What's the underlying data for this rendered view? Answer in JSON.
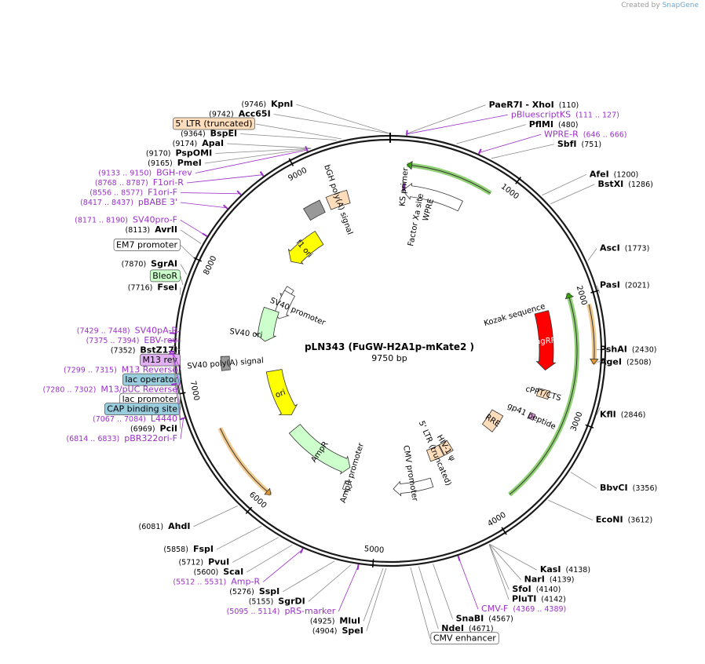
{
  "watermark": {
    "created_by": "Created by",
    "brand": "SnapGene"
  },
  "plasmid": {
    "name": "pLN343 (FuGW-H2A1p-mKate2 )",
    "size_label": "9750 bp",
    "length": 9750
  },
  "colors": {
    "backbone": "#1a1a1a",
    "enzyme": "#000000",
    "primer": "#9b30c9",
    "leader": "#888888",
    "green_arrow": "#33aa00",
    "orange_arrow": "#e69a2e",
    "red_feature": "#ff0000",
    "yellow_feature": "#ffff00",
    "light_green": "#ccffcc",
    "peach": "#ffddbb",
    "gray": "#999999"
  },
  "ticks": [
    {
      "pos": 1000,
      "label": "1000"
    },
    {
      "pos": 2000,
      "label": "2000"
    },
    {
      "pos": 3000,
      "label": "3000"
    },
    {
      "pos": 4000,
      "label": "4000"
    },
    {
      "pos": 5000,
      "label": "5000"
    },
    {
      "pos": 6000,
      "label": "6000"
    },
    {
      "pos": 7000,
      "label": "7000"
    },
    {
      "pos": 8000,
      "label": "8000"
    },
    {
      "pos": 9000,
      "label": "9000"
    }
  ],
  "sites": [
    {
      "pos": 9746,
      "name": "KpnI",
      "coord": "(9746)",
      "kind": "enzyme"
    },
    {
      "pos": 110,
      "name": "PaeR7I - XhoI",
      "coord": "(110)",
      "kind": "enzyme"
    },
    {
      "pos": 9742,
      "name": "Acc65I",
      "coord": "(9742)",
      "kind": "enzyme"
    },
    {
      "pos": 119,
      "name": "pBluescriptKS",
      "coord": "(111 .. 127)",
      "kind": "primer"
    },
    {
      "pos": 9364,
      "name": "BspEI",
      "coord": "(9364)",
      "kind": "enzyme"
    },
    {
      "pos": 480,
      "name": "PflMI",
      "coord": "(480)",
      "kind": "enzyme"
    },
    {
      "pos": 9400,
      "name": "5' LTR (truncated)",
      "coord": "",
      "kind": "boxpeach"
    },
    {
      "pos": 656,
      "name": "WPRE-R",
      "coord": "(646 .. 666)",
      "kind": "primer"
    },
    {
      "pos": 9174,
      "name": "ApaI",
      "coord": "(9174)",
      "kind": "enzyme"
    },
    {
      "pos": 751,
      "name": "SbfI",
      "coord": "(751)",
      "kind": "enzyme"
    },
    {
      "pos": 9170,
      "name": "PspOMI",
      "coord": "(9170)",
      "kind": "enzyme"
    },
    {
      "pos": 9165,
      "name": "PmeI",
      "coord": "(9165)",
      "kind": "enzyme"
    },
    {
      "pos": 9141,
      "name": "BGH-rev",
      "coord": "(9133 .. 9150)",
      "kind": "primer"
    },
    {
      "pos": 8777,
      "name": "F1ori-R",
      "coord": "(8768 .. 8787)",
      "kind": "primer"
    },
    {
      "pos": 1200,
      "name": "AfeI",
      "coord": "(1200)",
      "kind": "enzyme"
    },
    {
      "pos": 8566,
      "name": "F1ori-F",
      "coord": "(8556 .. 8577)",
      "kind": "primer"
    },
    {
      "pos": 1286,
      "name": "BstXI",
      "coord": "(1286)",
      "kind": "enzyme"
    },
    {
      "pos": 8427,
      "name": "pBABE 3'",
      "coord": "(8417 .. 8437)",
      "kind": "primer"
    },
    {
      "pos": 8180,
      "name": "SV40pro-F",
      "coord": "(8171 .. 8190)",
      "kind": "primer"
    },
    {
      "pos": 8113,
      "name": "AvrII",
      "coord": "(8113)",
      "kind": "enzyme"
    },
    {
      "pos": 8000,
      "name": "EM7 promoter",
      "coord": "",
      "kind": "boxwhite"
    },
    {
      "pos": 1773,
      "name": "AscI",
      "coord": "(1773)",
      "kind": "enzyme"
    },
    {
      "pos": 7870,
      "name": "SgrAI",
      "coord": "(7870)",
      "kind": "enzyme"
    },
    {
      "pos": 7790,
      "name": "BleoR",
      "coord": "",
      "kind": "boxgreen"
    },
    {
      "pos": 2021,
      "name": "PasI",
      "coord": "(2021)",
      "kind": "enzyme"
    },
    {
      "pos": 7716,
      "name": "FseI",
      "coord": "(7716)",
      "kind": "enzyme"
    },
    {
      "pos": 7438,
      "name": "SV40pA-R",
      "coord": "(7429 .. 7448)",
      "kind": "primer"
    },
    {
      "pos": 7384,
      "name": "EBV-rev",
      "coord": "(7375 .. 7394)",
      "kind": "primer"
    },
    {
      "pos": 7352,
      "name": "BstZ17I",
      "coord": "(7352)",
      "kind": "enzyme"
    },
    {
      "pos": 7330,
      "name": "M13 rev",
      "coord": "",
      "kind": "boxpurple"
    },
    {
      "pos": 2430,
      "name": "PshAI",
      "coord": "(2430)",
      "kind": "enzyme"
    },
    {
      "pos": 7307,
      "name": "M13 Reverse",
      "coord": "(7299 .. 7315)",
      "kind": "primer"
    },
    {
      "pos": 2508,
      "name": "AgeI",
      "coord": "(2508)",
      "kind": "enzyme"
    },
    {
      "pos": 7295,
      "name": "lac operator",
      "coord": "",
      "kind": "boxblue"
    },
    {
      "pos": 7291,
      "name": "M13/pUC Reverse",
      "coord": "(7280 .. 7302)",
      "kind": "primer"
    },
    {
      "pos": 7240,
      "name": "lac promoter",
      "coord": "",
      "kind": "boxwhite"
    },
    {
      "pos": 2846,
      "name": "KflI",
      "coord": "(2846)",
      "kind": "enzyme"
    },
    {
      "pos": 7195,
      "name": "CAP binding site",
      "coord": "",
      "kind": "boxblue"
    },
    {
      "pos": 7075,
      "name": "L4440",
      "coord": "(7067 .. 7084)",
      "kind": "primer"
    },
    {
      "pos": 6969,
      "name": "PciI",
      "coord": "(6969)",
      "kind": "enzyme"
    },
    {
      "pos": 6823,
      "name": "pBR322ori-F",
      "coord": "(6814 .. 6833)",
      "kind": "primer"
    },
    {
      "pos": 3356,
      "name": "BbvCI",
      "coord": "(3356)",
      "kind": "enzyme"
    },
    {
      "pos": 3612,
      "name": "EcoNI",
      "coord": "(3612)",
      "kind": "enzyme"
    },
    {
      "pos": 6081,
      "name": "AhdI",
      "coord": "(6081)",
      "kind": "enzyme"
    },
    {
      "pos": 4138,
      "name": "KasI",
      "coord": "(4138)",
      "kind": "enzyme"
    },
    {
      "pos": 5858,
      "name": "FspI",
      "coord": "(5858)",
      "kind": "enzyme"
    },
    {
      "pos": 4139,
      "name": "NarI",
      "coord": "(4139)",
      "kind": "enzyme"
    },
    {
      "pos": 5712,
      "name": "PvuI",
      "coord": "(5712)",
      "kind": "enzyme"
    },
    {
      "pos": 4140,
      "name": "SfoI",
      "coord": "(4140)",
      "kind": "enzyme"
    },
    {
      "pos": 5600,
      "name": "ScaI",
      "coord": "(5600)",
      "kind": "enzyme"
    },
    {
      "pos": 4142,
      "name": "PluTI",
      "coord": "(4142)",
      "kind": "enzyme"
    },
    {
      "pos": 5521,
      "name": "Amp-R",
      "coord": "(5512 .. 5531)",
      "kind": "primer"
    },
    {
      "pos": 4379,
      "name": "CMV-F",
      "coord": "(4369 .. 4389)",
      "kind": "primer"
    },
    {
      "pos": 5276,
      "name": "SspI",
      "coord": "(5276)",
      "kind": "enzyme"
    },
    {
      "pos": 5155,
      "name": "SgrDI",
      "coord": "(5155)",
      "kind": "enzyme"
    },
    {
      "pos": 4567,
      "name": "SnaBI",
      "coord": "(4567)",
      "kind": "enzyme"
    },
    {
      "pos": 5104,
      "name": "pRS-marker",
      "coord": "(5095 .. 5114)",
      "kind": "primer"
    },
    {
      "pos": 4671,
      "name": "NdeI",
      "coord": "(4671)",
      "kind": "enzyme"
    },
    {
      "pos": 4925,
      "name": "MluI",
      "coord": "(4925)",
      "kind": "enzyme"
    },
    {
      "pos": 4904,
      "name": "SpeI",
      "coord": "(4904)",
      "kind": "enzyme"
    },
    {
      "pos": 4730,
      "name": "CMV enhancer",
      "coord": "",
      "kind": "boxwhite"
    }
  ],
  "inner_features": [
    {
      "name": "WPRE",
      "start": 120,
      "end": 700,
      "dir": -1,
      "style": "white_arrow",
      "label": "WPRE"
    },
    {
      "name": "KS primer",
      "start": 120,
      "end": 140,
      "style": "purple_mark",
      "label": "KS primer"
    },
    {
      "name": "bGH poly(A) signal",
      "start": 9135,
      "end": 9340,
      "style": "peach_box",
      "label": "bGH poly(A) signal"
    },
    {
      "name": "f1 ori gray",
      "start": 8900,
      "end": 9070,
      "style": "gray_box",
      "label": ""
    },
    {
      "name": "f1 ori",
      "start": 8450,
      "end": 8880,
      "dir": -1,
      "style": "yellow_arrow",
      "label": "f1 ori"
    },
    {
      "name": "EM7 arrow",
      "start": 7980,
      "end": 8180,
      "dir": -1,
      "style": "white_arrow_small",
      "label": ""
    },
    {
      "name": "SV40 promoter",
      "start": 7750,
      "end": 8120,
      "dir": -1,
      "style": "white_arrow",
      "label": "SV40 promoter"
    },
    {
      "name": "BleoR",
      "start": 7430,
      "end": 7830,
      "dir": -1,
      "style": "green_arrow",
      "label": ""
    },
    {
      "name": "SV40 poly(A) signal",
      "start": 7130,
      "end": 7260,
      "style": "gray_box",
      "label": "SV40 poly(A) signal"
    },
    {
      "name": "ori",
      "start": 6420,
      "end": 7050,
      "dir": -1,
      "style": "yellow_arrow",
      "label": "ori"
    },
    {
      "name": "AmpR",
      "start": 5390,
      "end": 6250,
      "dir": -1,
      "style": "green_arrow",
      "label": "AmpR"
    },
    {
      "name": "AmpR promoter",
      "start": 5300,
      "end": 5390,
      "dir": -1,
      "style": "white_arrow_small",
      "label": "AmpR promoter"
    },
    {
      "name": "CMV promoter",
      "start": 4400,
      "end": 4840,
      "dir": 1,
      "style": "white_arrow",
      "label": "CMV promoter"
    },
    {
      "name": "5' LTR (truncated)",
      "start": 4140,
      "end": 4330,
      "style": "peach_box",
      "label": "5' LTR (truncated)"
    },
    {
      "name": "HIV-1 psi",
      "start": 4000,
      "end": 4130,
      "style": "peach_box",
      "label": "HIV-1 ψ"
    },
    {
      "name": "RRE",
      "start": 3250,
      "end": 3480,
      "style": "peach_box",
      "label": "RRE"
    },
    {
      "name": "gp41 peptide",
      "start": 3080,
      "end": 3140,
      "style": "purple_box",
      "label": "gp41 peptide"
    },
    {
      "name": "cPPT/CTS",
      "start": 2820,
      "end": 2900,
      "style": "peach_box",
      "label": "cPPT/CTS"
    },
    {
      "name": "TagRFP",
      "start": 2050,
      "end": 2630,
      "dir": 1,
      "style": "red_arrow",
      "label": "TagRFP"
    }
  ],
  "ring_arrows": [
    {
      "start": 140,
      "end": 880,
      "dir": -1,
      "radius": 238,
      "color": "green",
      "label": ""
    },
    {
      "start": 1950,
      "end": 3800,
      "dir": -1,
      "radius": 238,
      "color": "green",
      "label": ""
    },
    {
      "start": 2080,
      "end": 2540,
      "dir": 1,
      "radius": 260,
      "color": "orange",
      "label": ""
    },
    {
      "start": 5950,
      "end": 6650,
      "dir": -1,
      "radius": 238,
      "color": "orange",
      "label": ""
    }
  ],
  "free_labels": [
    {
      "text": "Factor Xa site",
      "angle_pos": 300,
      "r": 170
    },
    {
      "text": "Kozak sequence",
      "angle_pos": 2000,
      "r": 165
    },
    {
      "text": "SV40 ori",
      "angle_pos": 7500,
      "r": 185
    }
  ]
}
